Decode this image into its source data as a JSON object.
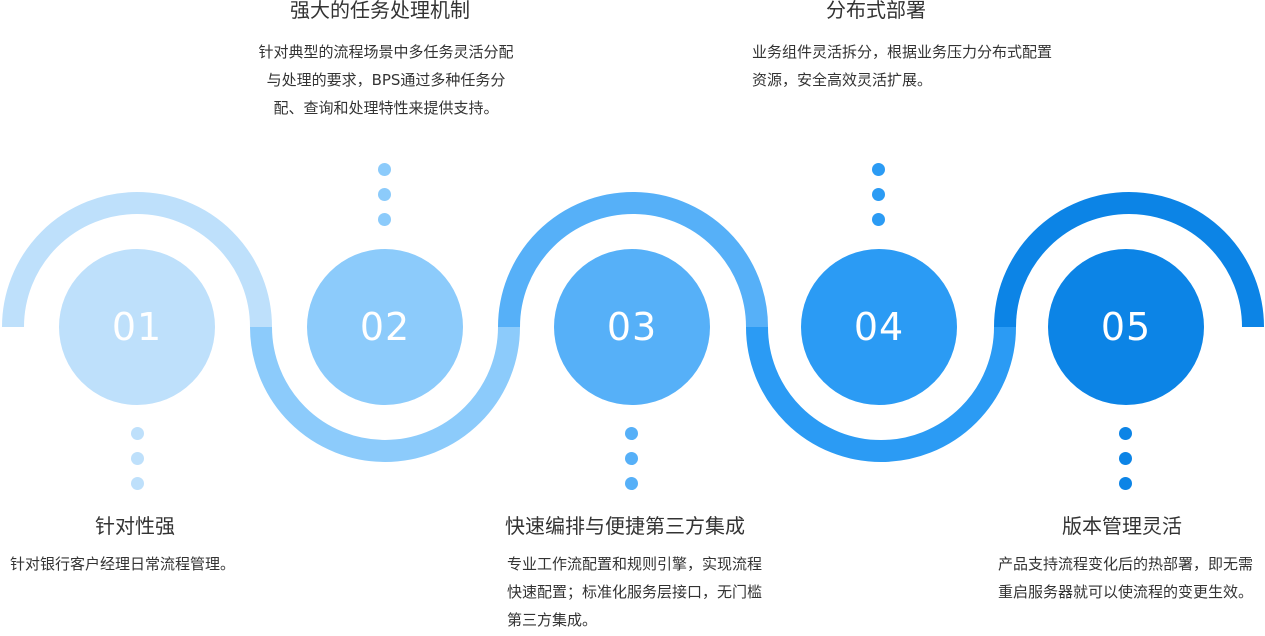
{
  "steps": [
    {
      "number": "01",
      "title": "针对性强",
      "desc": "针对银行客户经理日常流程管理。",
      "color": "#bee0fb"
    },
    {
      "number": "02",
      "title": "强大的任务处理机制",
      "desc": "针对典型的流程场景中多任务灵活分配与处理的要求，BPS通过多种任务分配、查询和处理特性来提供支持。",
      "color": "#8ccbfb"
    },
    {
      "number": "03",
      "title": "快速编排与便捷第三方集成",
      "desc": "专业工作流配置和规则引擎，实现流程快速配置；标准化服务层接口，无门槛第三方集成。",
      "color": "#56b0f8"
    },
    {
      "number": "04",
      "title": "分布式部署",
      "desc": "业务组件灵活拆分，根据业务压力分布式配置资源，安全高效灵活扩展。",
      "color": "#2b9bf4"
    },
    {
      "number": "05",
      "title": "版本管理灵活",
      "desc": "产品支持流程变化后的热部署，即无需重启服务器就可以使流程的变更生效。",
      "color": "#0c84e6"
    }
  ]
}
